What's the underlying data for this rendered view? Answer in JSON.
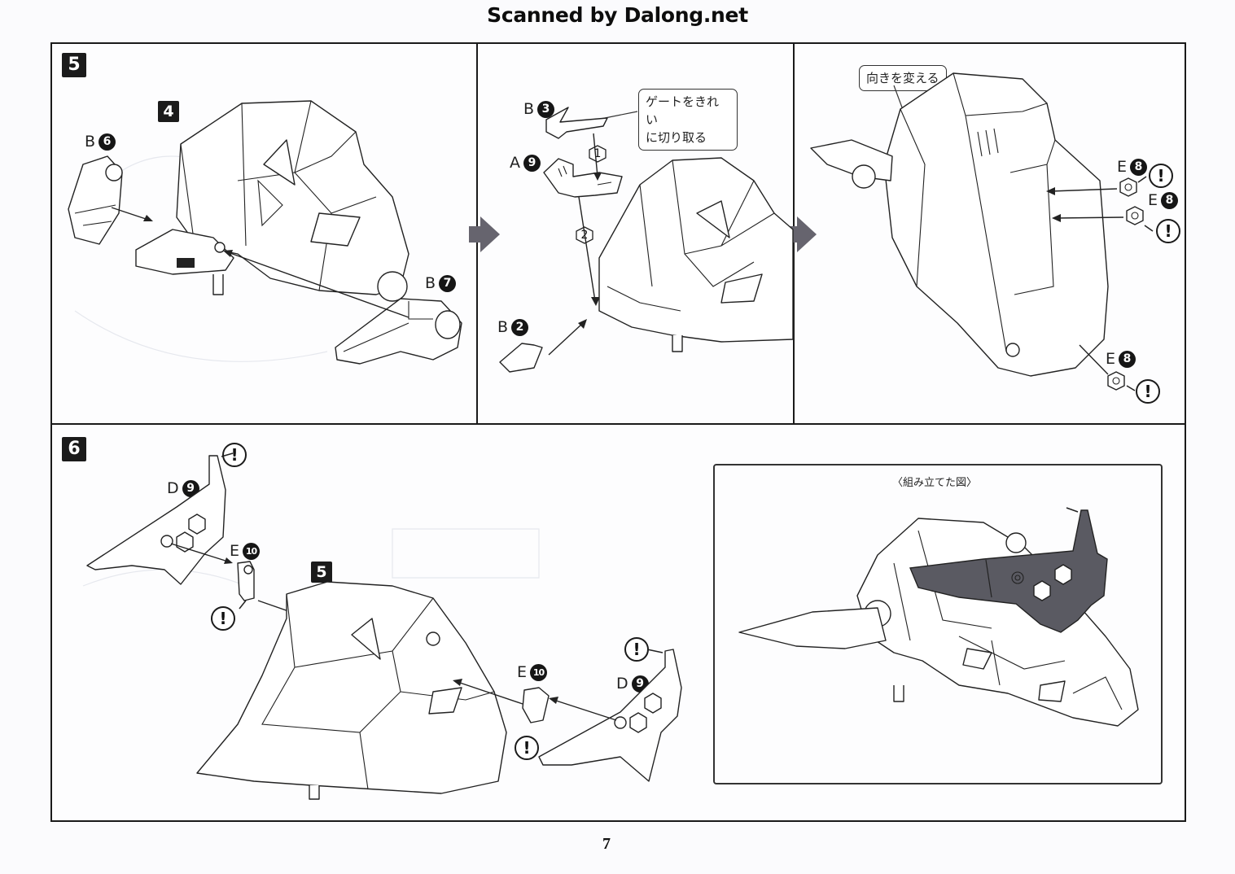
{
  "watermark": "Scanned by Dalong.net",
  "page_number": "7",
  "colors": {
    "ink": "#1a1a1a",
    "part_fill_dark": "#5a5a62",
    "paper": "#fbfbfd"
  },
  "step5": {
    "badge": "5",
    "panel1": {
      "sub_badge": "4",
      "parts": [
        {
          "runner": "B",
          "num": "6"
        },
        {
          "runner": "B",
          "num": "7"
        }
      ]
    },
    "panel2": {
      "parts": [
        {
          "runner": "B",
          "num": "3"
        },
        {
          "runner": "A",
          "num": "9"
        },
        {
          "runner": "B",
          "num": "2"
        }
      ],
      "callout": [
        "ゲートをきれい",
        "に切り取る"
      ],
      "order_marks": [
        "1",
        "2"
      ]
    },
    "panel3": {
      "callout": "向きを変える",
      "parts": [
        {
          "runner": "E",
          "num": "8"
        },
        {
          "runner": "E",
          "num": "8"
        },
        {
          "runner": "E",
          "num": "8"
        }
      ],
      "warning_icon": "!"
    },
    "flow_arrow_icon": "right-arrow-icon"
  },
  "step6": {
    "badge": "6",
    "sub_badge": "5",
    "parts": [
      {
        "runner": "D",
        "num": "9"
      },
      {
        "runner": "E",
        "num": "10"
      },
      {
        "runner": "E",
        "num": "10"
      },
      {
        "runner": "D",
        "num": "9"
      }
    ],
    "warning_icon": "!",
    "inset": {
      "title": "〈組み立てた図〉"
    }
  }
}
